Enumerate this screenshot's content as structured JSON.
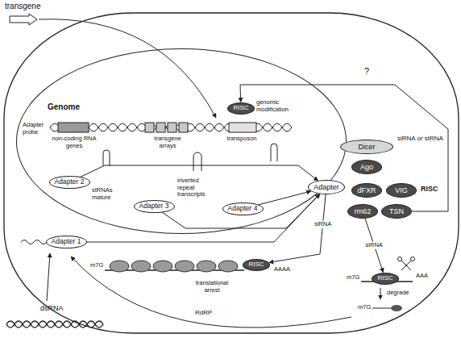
{
  "diagram": {
    "nodes": [
      {
        "text": [
          "Genome"
        ]
      },
      {
        "text": [
          "RISC"
        ],
        "in": 0
      },
      {
        "text": [
          "Adapter 2"
        ],
        "in": 0
      },
      {
        "text": [
          "Adapter 3"
        ],
        "in": 0
      },
      {
        "text": [
          "Adapter 4"
        ],
        "in": 0
      },
      {
        "text": [
          "Dicer"
        ]
      },
      {
        "text": [
          "Adapter"
        ]
      },
      {
        "text": [
          "Ago"
        ]
      },
      {
        "text": [
          "dFXR"
        ]
      },
      {
        "text": [
          "VIG"
        ]
      },
      {
        "text": [
          "rm62"
        ]
      },
      {
        "text": [
          "TSN"
        ]
      },
      {
        "text": [
          "Adapter 1"
        ]
      },
      {
        "text": [
          "RISC"
        ]
      },
      {
        "text": [
          "RISC"
        ]
      }
    ],
    "edges": [
      {
        "from": 2,
        "to": 6,
        "arrow": "to"
      },
      {
        "from": 3,
        "to": 6,
        "arrow": "to"
      },
      {
        "from": 4,
        "to": 6,
        "arrow": "to"
      },
      {
        "from": 12,
        "to": 6,
        "arrow": "to"
      },
      {
        "from": 11,
        "to": 1,
        "arrow": "to"
      },
      {
        "from": 6,
        "to": 13,
        "label": "siRNA",
        "arrow": "to"
      },
      {
        "from": 10,
        "to": 14,
        "label": "siRNA",
        "arrow": "to"
      }
    ],
    "labels": [
      "transgene",
      "?",
      "genomic modification",
      "Adapter probe",
      "non-coding RNA genes",
      "transgene arrays",
      "transposon",
      "stRNAs mature",
      "inverted repeat transcripts",
      "siRNA or stRNA",
      "RISC",
      "m7G",
      "AAAA",
      "translational arrest",
      "m7G",
      "AAA",
      "degrade",
      "m7G",
      "RdRP",
      "dsRNA"
    ]
  }
}
